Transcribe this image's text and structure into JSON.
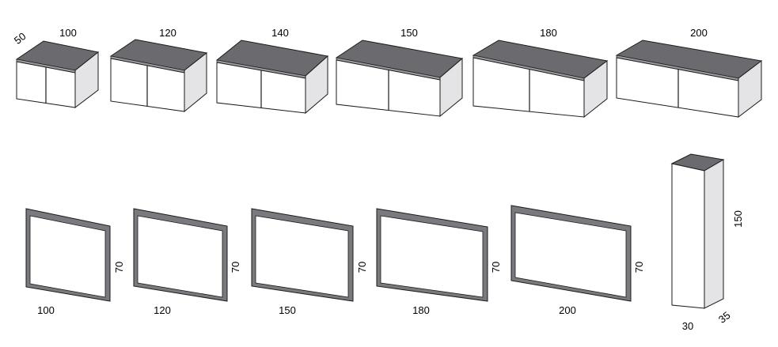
{
  "colors": {
    "top_surface": "#6b6b6f",
    "top_edge": "#9a9a9e",
    "side_panel": "#e4e4e6",
    "front_panel": "#ffffff",
    "mirror_frame": "#7a7a7e",
    "outline": "#1a1a1a"
  },
  "cabinets": {
    "depth_label": "50",
    "items": [
      {
        "width_label": "100"
      },
      {
        "width_label": "120"
      },
      {
        "width_label": "140"
      },
      {
        "width_label": "150"
      },
      {
        "width_label": "180"
      },
      {
        "width_label": "200"
      }
    ]
  },
  "mirrors": {
    "items": [
      {
        "width_label": "100",
        "height_label": "70"
      },
      {
        "width_label": "120",
        "height_label": "70"
      },
      {
        "width_label": "150",
        "height_label": "70"
      },
      {
        "width_label": "180",
        "height_label": "70"
      },
      {
        "width_label": "200",
        "height_label": "70"
      }
    ]
  },
  "column": {
    "height_label": "150",
    "width_label": "30",
    "depth_label": "35"
  }
}
